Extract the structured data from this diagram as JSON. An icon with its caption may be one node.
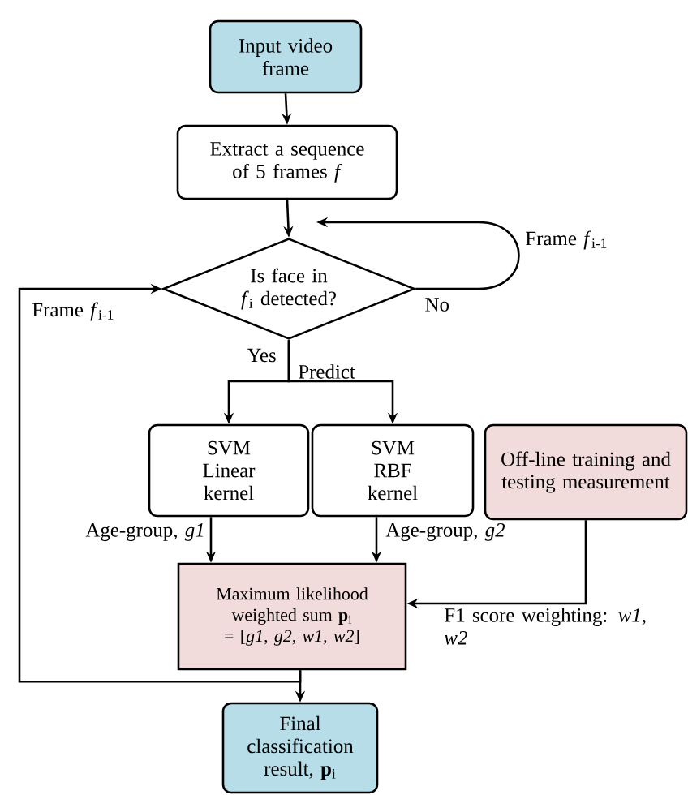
{
  "diagram": {
    "nodes": [
      {
        "text": [
          "Input video frame"
        ]
      },
      {
        "text": [
          "Extract a sequence of 5 frames *f*"
        ]
      },
      {
        "text": [
          "Is face in *f*$_{i}$ detected?"
        ],
        "beside": [
          "No"
        ]
      },
      {
        "text": [
          "SVM Linear kernel"
        ]
      },
      {
        "text": [
          "SVM RBF kernel"
        ]
      },
      {
        "text": [
          "Off-line training and testing measurement"
        ]
      },
      {
        "text": [
          "Maximum likelihood weighted sum **p**$_{i}$ = [*g1, g2, w1, w2*]"
        ]
      },
      {
        "text": [
          "Final classification result, **p**$_{i}$"
        ]
      }
    ],
    "edges": [
      {
        "from": 0,
        "to": 1,
        "arrow": "to"
      },
      {
        "from": 1,
        "to": 2,
        "arrow": "to"
      },
      {
        "from": 2,
        "to": 2,
        "arrow": "to",
        "label": "Frame *f*$_{i-1}$"
      },
      {
        "from": 2,
        "to": 3,
        "arrow": "to",
        "label": "Yes"
      },
      {
        "from": 2,
        "to": 4,
        "arrow": "to",
        "label": "Predict"
      },
      {
        "from": 3,
        "to": 6,
        "arrow": "to",
        "label": "Age-group, *g1*"
      },
      {
        "from": 4,
        "to": 6,
        "arrow": "to",
        "label": "Age-group, *g2*"
      },
      {
        "from": 5,
        "to": 6,
        "arrow": "to",
        "label": "F1 score weighting: *w1, w2*"
      },
      {
        "from": 6,
        "to": 7,
        "arrow": "to"
      },
      {
        "from": 6,
        "to": 2,
        "arrow": "to",
        "label": "Frame *f*$_{i-1}$"
      }
    ]
  }
}
